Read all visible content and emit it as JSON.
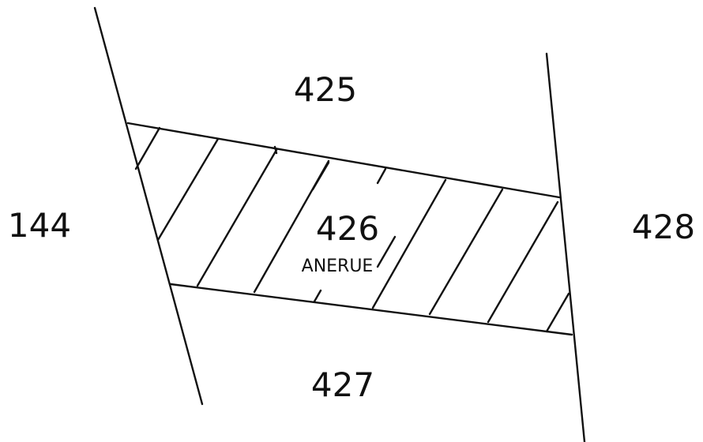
{
  "labels": {
    "parcel_north": "425",
    "parcel_center": "426",
    "parcel_center_name": "ANERUE",
    "parcel_south": "427",
    "parcel_west": "144",
    "parcel_east": "428"
  },
  "colors": {
    "ink": "#111111",
    "paper": "#ffffff"
  }
}
